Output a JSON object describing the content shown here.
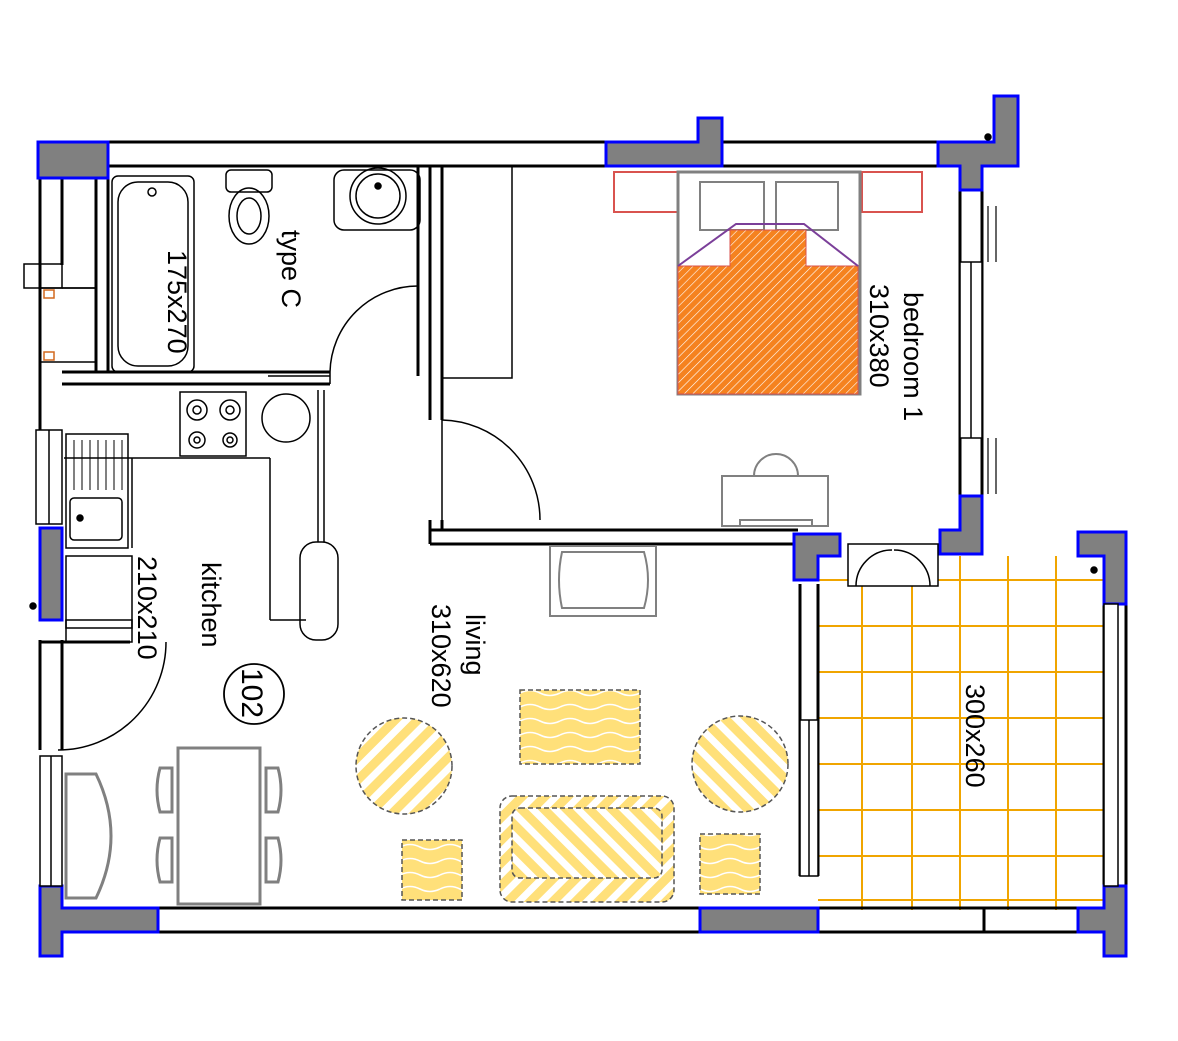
{
  "plan": {
    "unit_number": "102",
    "rooms": {
      "bathroom": {
        "name": "type C",
        "size": "175x270"
      },
      "bedroom": {
        "name": "bedroom 1",
        "size": "310x380"
      },
      "kitchen": {
        "name": "kitchen",
        "size": "210x210"
      },
      "living": {
        "name": "living",
        "size": "310x620"
      },
      "terrace": {
        "size": "300x260"
      }
    }
  },
  "colors": {
    "wall": "#000000",
    "column_fill": "#808080",
    "column_outline": "#0000ff",
    "bed_cover": "#f5821f",
    "bed_outline": "#7b3f99",
    "nightstand": "#d9534f",
    "terrace_grid": "#f0a500",
    "furniture_fill": "#ffe07a",
    "fixture_stroke": "#808080"
  }
}
